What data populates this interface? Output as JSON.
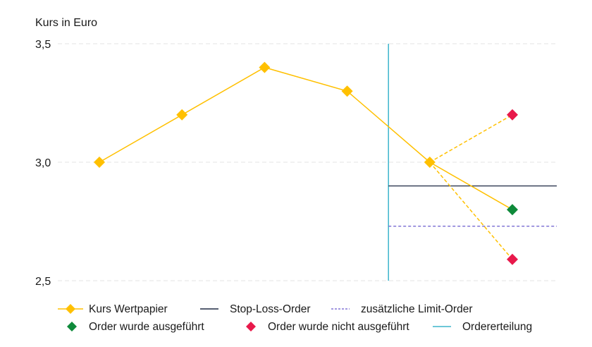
{
  "chart_data": {
    "type": "line",
    "ylabel": "Kurs in Euro",
    "ylim": [
      2.5,
      3.5
    ],
    "yticks": [
      {
        "value": 2.5,
        "label": "2,5"
      },
      {
        "value": 3.0,
        "label": "3,0"
      },
      {
        "value": 3.5,
        "label": "3,5"
      }
    ],
    "grid": true,
    "x_count": 6,
    "series": [
      {
        "name": "Kurs Wertpapier",
        "x": [
          0,
          1,
          2,
          3,
          4,
          5
        ],
        "values": [
          3.0,
          3.2,
          3.4,
          3.3,
          3.0,
          2.8
        ],
        "color": "#FFC000",
        "style": "solid"
      },
      {
        "name": "Kurs Wertpapier",
        "x": [
          4,
          5
        ],
        "values": [
          3.0,
          3.2
        ],
        "color": "#FFC000",
        "style": "dashed"
      },
      {
        "name": "Kurs Wertpapier",
        "x": [
          4,
          5
        ],
        "values": [
          3.0,
          2.59
        ],
        "color": "#FFC000",
        "style": "dashed"
      }
    ],
    "markers": [
      {
        "x": 5,
        "value": 2.8,
        "status": "executed",
        "color": "#0E8A3A"
      },
      {
        "x": 5,
        "value": 3.2,
        "status": "not_executed",
        "color": "#E8194B"
      },
      {
        "x": 5,
        "value": 2.59,
        "status": "not_executed",
        "color": "#E8194B"
      }
    ],
    "reference_lines": [
      {
        "name": "Stop-Loss-Order",
        "value": 2.9,
        "color": "#1F2A44",
        "style": "solid"
      },
      {
        "name": "zusätzliche Limit-Order",
        "value": 2.73,
        "color": "#6A5ACD",
        "style": "dashed"
      }
    ],
    "order_time": {
      "name": "Ordererteilung",
      "x": 3.5,
      "color": "#3DB5CC"
    },
    "legend": {
      "position": "bottom",
      "items": [
        {
          "label": "Kurs Wertpapier",
          "kind": "line-diamond",
          "color": "#FFC000"
        },
        {
          "label": "Stop-Loss-Order",
          "kind": "line",
          "color": "#1F2A44"
        },
        {
          "label": "zusätzliche Limit-Order",
          "kind": "dashed",
          "color": "#6A5ACD"
        },
        {
          "label": "Order wurde ausgeführt",
          "kind": "diamond",
          "color": "#0E8A3A"
        },
        {
          "label": "Order wurde nicht ausgeführt",
          "kind": "diamond",
          "color": "#E8194B"
        },
        {
          "label": "Ordererteilung",
          "kind": "line",
          "color": "#3DB5CC"
        }
      ]
    }
  }
}
